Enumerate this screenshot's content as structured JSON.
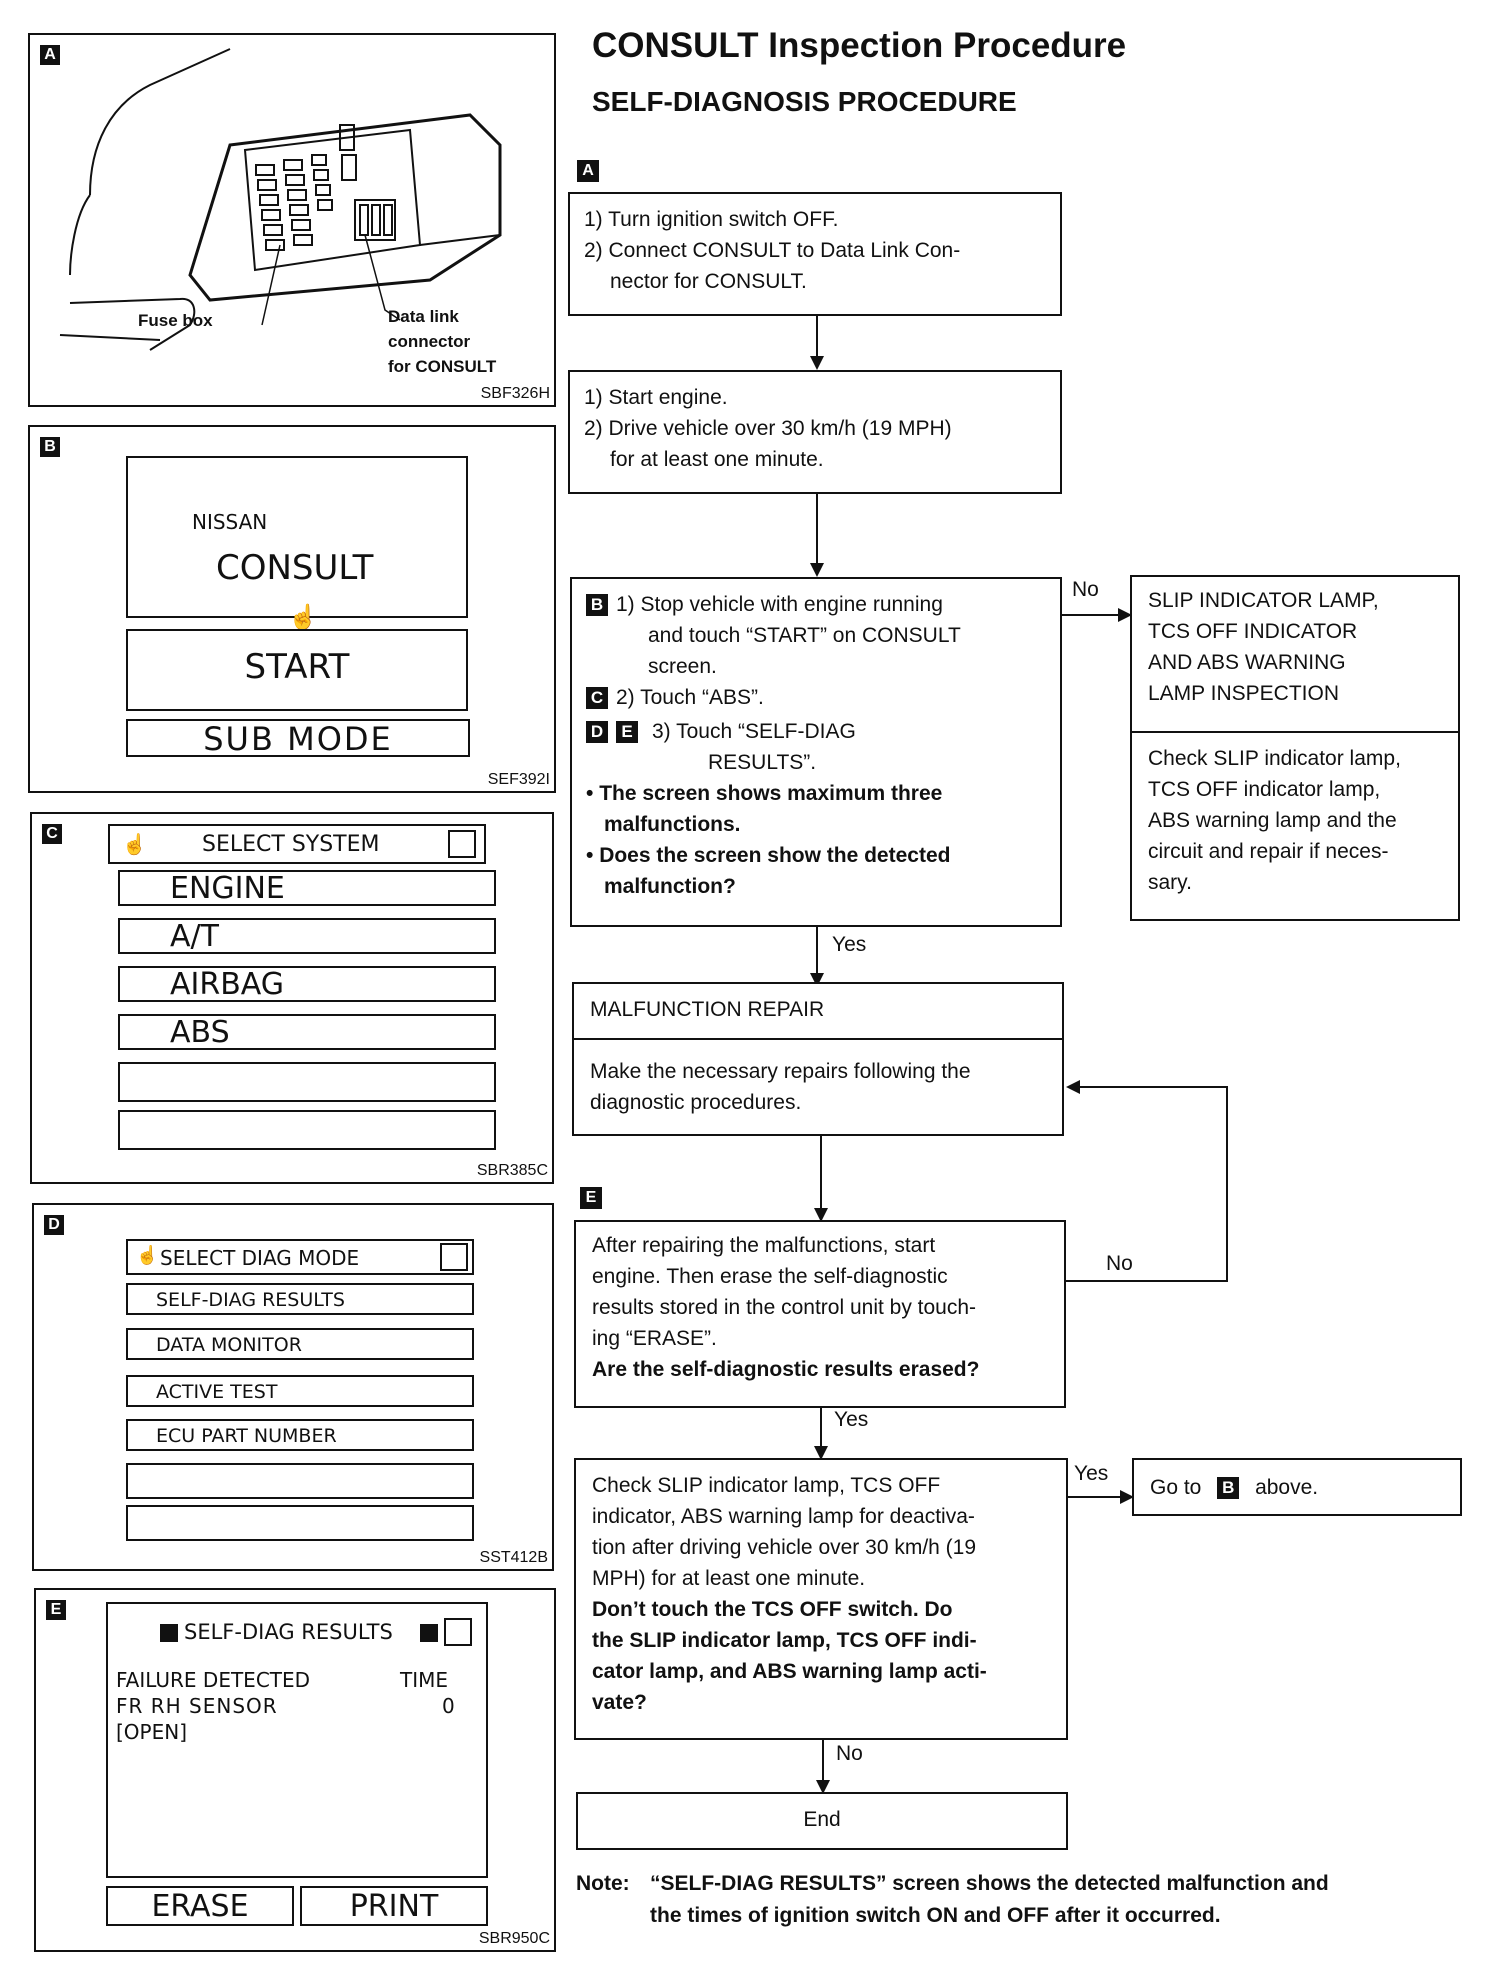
{
  "title": "CONSULT Inspection Procedure",
  "subtitle": "SELF-DIAGNOSIS PROCEDURE",
  "panels": {
    "a": {
      "tag": "A",
      "fuse_box": "Fuse box",
      "data_link": [
        "Data link",
        "connector",
        "for CONSULT"
      ],
      "code": "SBF326H"
    },
    "b": {
      "tag": "B",
      "brand": "NISSAN",
      "app": "CONSULT",
      "start": "START",
      "sub_mode": "SUB MODE",
      "code": "SEF392I"
    },
    "c": {
      "tag": "C",
      "header": "SELECT SYSTEM",
      "items": [
        "ENGINE",
        "A/T",
        "AIRBAG",
        "ABS"
      ],
      "code": "SBR385C"
    },
    "d": {
      "tag": "D",
      "header": "SELECT DIAG MODE",
      "items": [
        "SELF-DIAG RESULTS",
        "DATA MONITOR",
        "ACTIVE TEST",
        "ECU PART NUMBER"
      ],
      "code": "SST412B"
    },
    "e": {
      "tag": "E",
      "header": "SELF-DIAG RESULTS",
      "col_failure": "FAILURE DETECTED",
      "col_time": "TIME",
      "row1": "FR RH SENSOR",
      "row1_time": "0",
      "row2": "[OPEN]",
      "erase": "ERASE",
      "print": "PRINT",
      "code": "SBR950C"
    }
  },
  "flow": {
    "tag_a": "A",
    "step1": [
      "1) Turn ignition switch OFF.",
      "2) Connect CONSULT to Data Link Con-",
      "nector for CONSULT."
    ],
    "step2": [
      "1) Start engine.",
      "2) Drive vehicle over 30 km/h (19 MPH)",
      "for at least one minute."
    ],
    "step3": {
      "tag_b": "B",
      "line1": "1) Stop vehicle with engine running",
      "line2": "and touch “START” on CONSULT",
      "line3": "screen.",
      "tag_c": "C",
      "line4": "2) Touch “ABS”.",
      "tag_d": "D",
      "tag_e": "E",
      "line5": "3) Touch “SELF-DIAG",
      "line6": "RESULTS”.",
      "bullet1a": "The screen shows maximum three",
      "bullet1b": "malfunctions.",
      "bullet2a": "Does the screen show the detected",
      "bullet2b": "malfunction?"
    },
    "no_label": "No",
    "yes_label": "Yes",
    "lamp_title": [
      "SLIP INDICATOR LAMP,",
      "TCS OFF INDICATOR",
      "AND ABS WARNING",
      "LAMP INSPECTION"
    ],
    "lamp_body": [
      "Check SLIP indicator lamp,",
      "TCS OFF indicator lamp,",
      "ABS warning lamp and the",
      "circuit and repair if neces-",
      "sary."
    ],
    "repair_title": "MALFUNCTION REPAIR",
    "repair_body": [
      "Make the necessary repairs following the",
      "diagnostic procedures."
    ],
    "tag_e": "E",
    "erase_box": [
      "After repairing the malfunctions, start",
      "engine. Then erase the self-diagnostic",
      "results stored in the control unit by touch-",
      "ing “ERASE”."
    ],
    "erase_q": "Are the self-diagnostic results erased?",
    "check_box": [
      "Check SLIP indicator lamp, TCS OFF",
      "indicator, ABS warning lamp for deactiva-",
      "tion after driving vehicle over 30 km/h (19",
      "MPH) for at least one minute."
    ],
    "check_q": [
      "Don’t touch the TCS OFF switch. Do",
      "the SLIP indicator lamp, TCS OFF indi-",
      "cator lamp, and ABS warning lamp acti-",
      "vate?"
    ],
    "goto_pre": "Go to",
    "goto_tag": "B",
    "goto_post": "above.",
    "end": "End",
    "note_label": "Note:",
    "note": [
      "“SELF-DIAG RESULTS” screen shows the detected malfunction and",
      "the times of ignition switch ON and OFF after it occurred."
    ]
  },
  "icons": {
    "hand": "hand-pointer-icon",
    "checkbox": "checkbox-icon",
    "tag": "letter-tag-icon"
  }
}
